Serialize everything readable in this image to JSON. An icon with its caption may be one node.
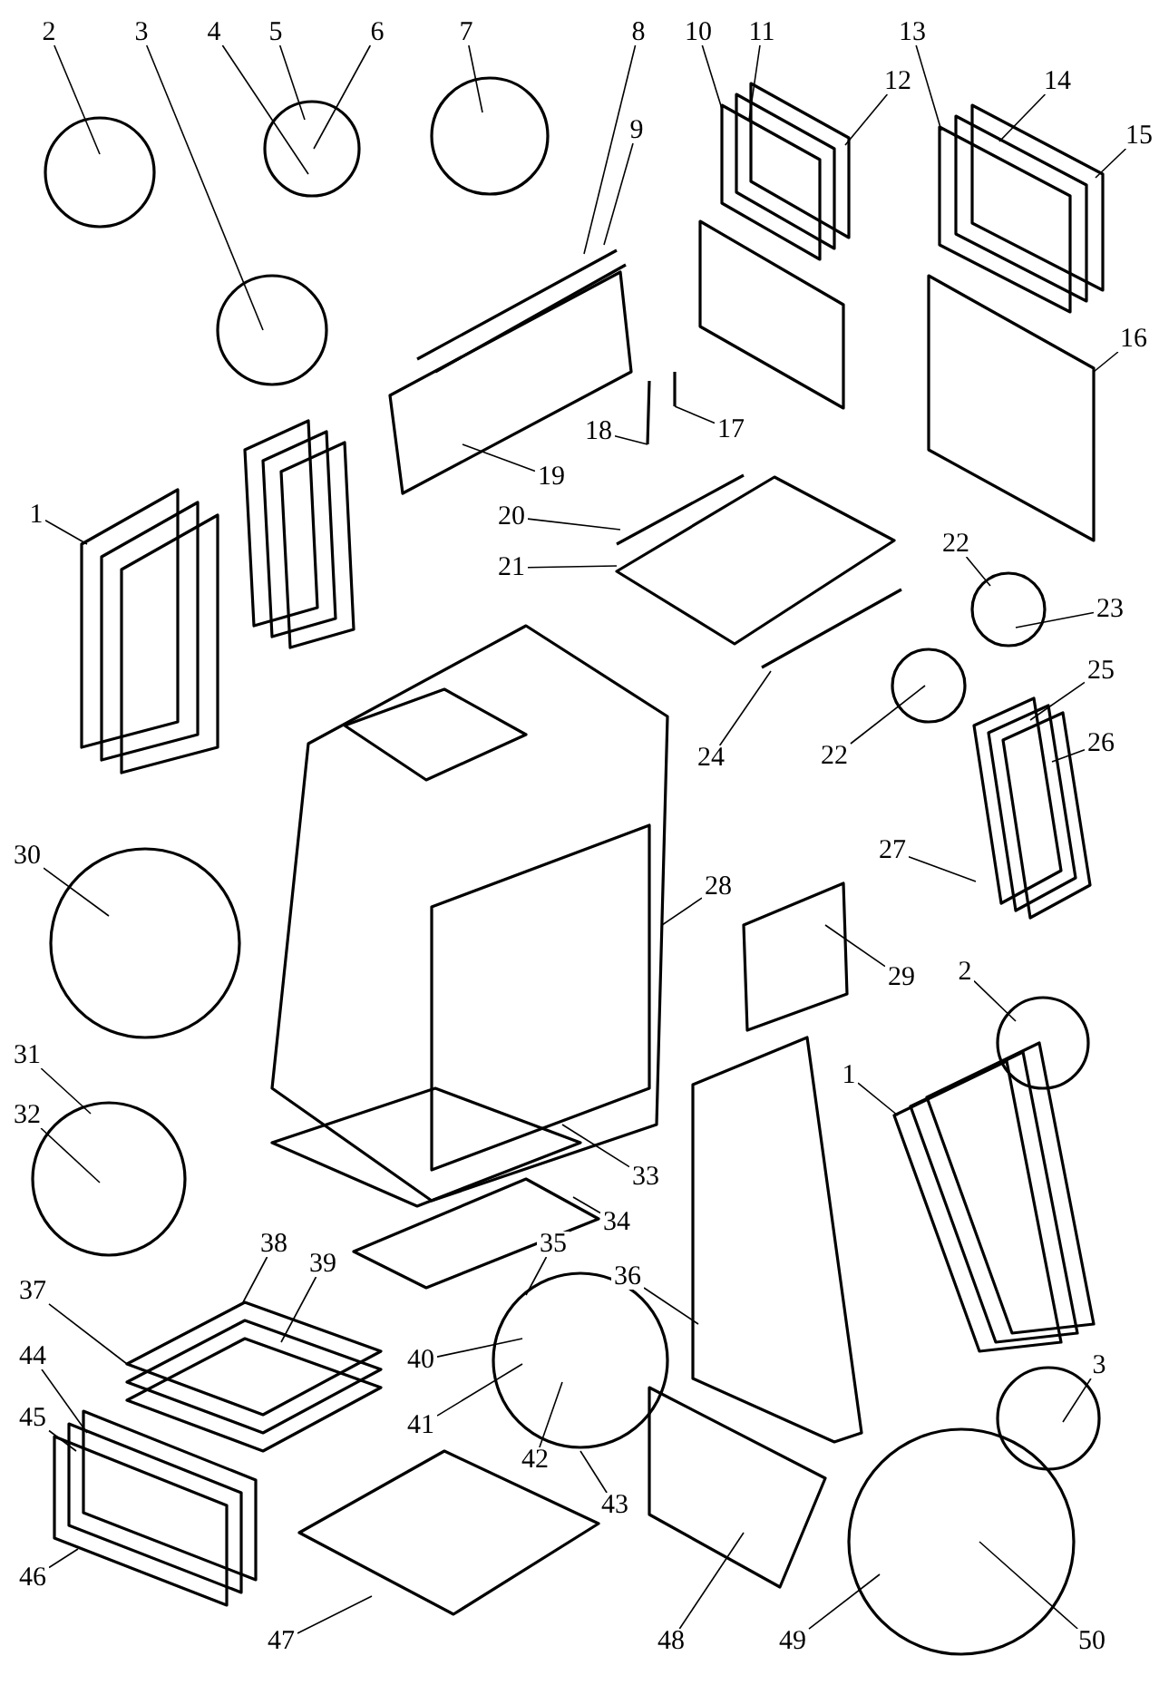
{
  "diagram": {
    "nodes": [
      {
        "text": [
          "1"
        ]
      },
      {
        "text": [
          "2"
        ]
      },
      {
        "text": [
          "3"
        ]
      },
      {
        "text": [
          "4"
        ]
      },
      {
        "text": [
          "5"
        ]
      },
      {
        "text": [
          "6"
        ]
      },
      {
        "text": [
          "7"
        ]
      },
      {
        "text": [
          "8"
        ]
      },
      {
        "text": [
          "9"
        ]
      },
      {
        "text": [
          "10"
        ]
      },
      {
        "text": [
          "11"
        ]
      },
      {
        "text": [
          "12"
        ]
      },
      {
        "text": [
          "13"
        ]
      },
      {
        "text": [
          "14"
        ]
      },
      {
        "text": [
          "15"
        ]
      },
      {
        "text": [
          "16"
        ]
      },
      {
        "text": [
          "17"
        ]
      },
      {
        "text": [
          "18"
        ]
      },
      {
        "text": [
          "19"
        ]
      },
      {
        "text": [
          "20"
        ]
      },
      {
        "text": [
          "21"
        ]
      },
      {
        "text": [
          "22"
        ]
      },
      {
        "text": [
          "23"
        ]
      },
      {
        "text": [
          "24"
        ]
      },
      {
        "text": [
          "22"
        ]
      },
      {
        "text": [
          "25"
        ]
      },
      {
        "text": [
          "26"
        ]
      },
      {
        "text": [
          "27"
        ]
      },
      {
        "text": [
          "28"
        ]
      },
      {
        "text": [
          "29"
        ]
      },
      {
        "text": [
          "30"
        ]
      },
      {
        "text": [
          "31"
        ]
      },
      {
        "text": [
          "32"
        ]
      },
      {
        "text": [
          "33"
        ]
      },
      {
        "text": [
          "34"
        ]
      },
      {
        "text": [
          "35"
        ]
      },
      {
        "text": [
          "36"
        ]
      },
      {
        "text": [
          "37"
        ]
      },
      {
        "text": [
          "38"
        ]
      },
      {
        "text": [
          "39"
        ]
      },
      {
        "text": [
          "40"
        ]
      },
      {
        "text": [
          "41"
        ]
      },
      {
        "text": [
          "42"
        ]
      },
      {
        "text": [
          "43"
        ]
      },
      {
        "text": [
          "44"
        ]
      },
      {
        "text": [
          "45"
        ]
      },
      {
        "text": [
          "46"
        ]
      },
      {
        "text": [
          "47"
        ]
      },
      {
        "text": [
          "48"
        ]
      },
      {
        "text": [
          "49"
        ]
      },
      {
        "text": [
          "50"
        ]
      },
      {
        "text": [
          "2"
        ]
      },
      {
        "text": [
          "1"
        ]
      },
      {
        "text": [
          "3"
        ]
      }
    ],
    "edges": [
      {
        "from": 0,
        "to": null,
        "arrow": "none"
      },
      {
        "from": 1,
        "to": null,
        "arrow": "none"
      },
      {
        "from": 2,
        "to": null,
        "arrow": "none"
      },
      {
        "from": 3,
        "to": null,
        "arrow": "none"
      },
      {
        "from": 4,
        "to": null,
        "arrow": "none"
      },
      {
        "from": 5,
        "to": null,
        "arrow": "none"
      },
      {
        "from": 6,
        "to": null,
        "arrow": "none"
      },
      {
        "from": 7,
        "to": null,
        "arrow": "none"
      },
      {
        "from": 8,
        "to": null,
        "arrow": "none"
      },
      {
        "from": 9,
        "to": null,
        "arrow": "none"
      },
      {
        "from": 10,
        "to": null,
        "arrow": "none"
      },
      {
        "from": 11,
        "to": null,
        "arrow": "none"
      },
      {
        "from": 12,
        "to": null,
        "arrow": "none"
      },
      {
        "from": 13,
        "to": null,
        "arrow": "none"
      },
      {
        "from": 14,
        "to": null,
        "arrow": "none"
      },
      {
        "from": 15,
        "to": null,
        "arrow": "none"
      },
      {
        "from": 16,
        "to": null,
        "arrow": "none"
      },
      {
        "from": 17,
        "to": null,
        "arrow": "none"
      },
      {
        "from": 18,
        "to": null,
        "arrow": "none"
      },
      {
        "from": 19,
        "to": null,
        "arrow": "none"
      },
      {
        "from": 20,
        "to": null,
        "arrow": "none"
      },
      {
        "from": 21,
        "to": null,
        "arrow": "none"
      },
      {
        "from": 22,
        "to": null,
        "arrow": "none"
      },
      {
        "from": 23,
        "to": null,
        "arrow": "none"
      },
      {
        "from": 24,
        "to": null,
        "arrow": "none"
      },
      {
        "from": 25,
        "to": null,
        "arrow": "none"
      },
      {
        "from": 26,
        "to": null,
        "arrow": "none"
      },
      {
        "from": 27,
        "to": null,
        "arrow": "none"
      },
      {
        "from": 28,
        "to": null,
        "arrow": "none"
      },
      {
        "from": 29,
        "to": null,
        "arrow": "none"
      },
      {
        "from": 30,
        "to": null,
        "arrow": "none"
      },
      {
        "from": 31,
        "to": null,
        "arrow": "none"
      },
      {
        "from": 32,
        "to": null,
        "arrow": "none"
      },
      {
        "from": 33,
        "to": null,
        "arrow": "none"
      },
      {
        "from": 34,
        "to": null,
        "arrow": "none"
      },
      {
        "from": 35,
        "to": null,
        "arrow": "none"
      },
      {
        "from": 36,
        "to": null,
        "arrow": "none"
      },
      {
        "from": 37,
        "to": null,
        "arrow": "none"
      },
      {
        "from": 38,
        "to": null,
        "arrow": "none"
      },
      {
        "from": 39,
        "to": null,
        "arrow": "none"
      },
      {
        "from": 40,
        "to": null,
        "arrow": "none"
      },
      {
        "from": 41,
        "to": null,
        "arrow": "none"
      },
      {
        "from": 42,
        "to": null,
        "arrow": "none"
      },
      {
        "from": 43,
        "to": null,
        "arrow": "none"
      },
      {
        "from": 44,
        "to": null,
        "arrow": "none"
      },
      {
        "from": 45,
        "to": null,
        "arrow": "none"
      },
      {
        "from": 46,
        "to": null,
        "arrow": "none"
      },
      {
        "from": 47,
        "to": null,
        "arrow": "none"
      },
      {
        "from": 48,
        "to": null,
        "arrow": "none"
      },
      {
        "from": 49,
        "to": null,
        "arrow": "none"
      },
      {
        "from": 50,
        "to": null,
        "arrow": "none"
      },
      {
        "from": 51,
        "to": null,
        "arrow": "none"
      },
      {
        "from": 52,
        "to": null,
        "arrow": "none"
      },
      {
        "from": 53,
        "to": null,
        "arrow": "none"
      }
    ]
  }
}
